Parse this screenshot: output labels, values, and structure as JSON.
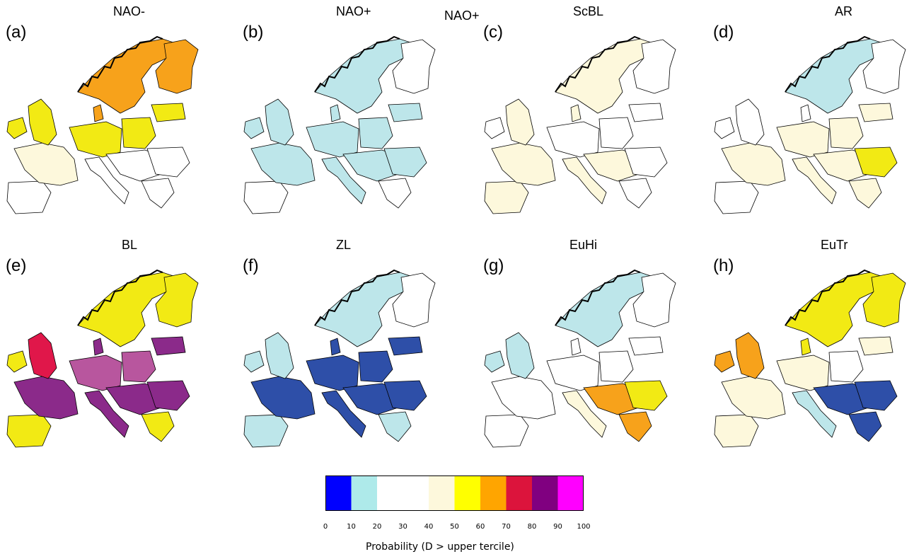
{
  "panels": [
    {
      "id": "a",
      "label": "(a)",
      "title": "NAO-",
      "fills": {
        "scand": "#f7a21b",
        "finland": "#f7a21b",
        "uk": "#f2ea14",
        "ireland": "#f2ea14",
        "denmark": "#f7a21b",
        "westeu": "#fdf8dc",
        "centraleu": "#f2ea14",
        "poland": "#f2ea14",
        "italy": "#ffffff",
        "iberia": "#ffffff",
        "balkans": "#ffffff",
        "romania": "#ffffff",
        "baltics": "#f2ea14",
        "greece": "#ffffff"
      }
    },
    {
      "id": "b",
      "label": "(b)",
      "title": "NAO+",
      "fills": {
        "scand": "#bde6ea",
        "finland": "#ffffff",
        "uk": "#bde6ea",
        "ireland": "#bde6ea",
        "denmark": "#bde6ea",
        "westeu": "#bde6ea",
        "centraleu": "#bde6ea",
        "poland": "#bde6ea",
        "italy": "#bde6ea",
        "iberia": "#ffffff",
        "balkans": "#bde6ea",
        "romania": "#bde6ea",
        "baltics": "#bde6ea",
        "greece": "#ffffff"
      }
    },
    {
      "id": "c",
      "label": "(c)",
      "title": "ScBL",
      "fills": {
        "scand": "#fdf8dc",
        "finland": "#ffffff",
        "uk": "#fdf8dc",
        "ireland": "#ffffff",
        "denmark": "#fdf8dc",
        "westeu": "#fdf8dc",
        "centraleu": "#ffffff",
        "poland": "#ffffff",
        "italy": "#fdf8dc",
        "iberia": "#fdf8dc",
        "balkans": "#fdf8dc",
        "romania": "#ffffff",
        "baltics": "#ffffff",
        "greece": "#ffffff"
      }
    },
    {
      "id": "d",
      "label": "(d)",
      "title": "AR",
      "fills": {
        "scand": "#bde6ea",
        "finland": "#ffffff",
        "uk": "#ffffff",
        "ireland": "#ffffff",
        "denmark": "#ffffff",
        "westeu": "#fdf8dc",
        "centraleu": "#fdf8dc",
        "poland": "#fdf8dc",
        "italy": "#fdf8dc",
        "iberia": "#ffffff",
        "balkans": "#fdf8dc",
        "romania": "#f2ea14",
        "baltics": "#fdf8dc",
        "greece": "#fdf8dc"
      }
    },
    {
      "id": "e",
      "label": "(e)",
      "title": "BL",
      "fills": {
        "scand": "#f2ea14",
        "finland": "#f2ea14",
        "uk": "#e0174a",
        "ireland": "#f2ea14",
        "denmark": "#8b2a8a",
        "westeu": "#8b2a8a",
        "centraleu": "#b8569e",
        "poland": "#b8569e",
        "italy": "#8b2a8a",
        "iberia": "#f2ea14",
        "balkans": "#8b2a8a",
        "romania": "#8b2a8a",
        "baltics": "#8b2a8a",
        "greece": "#f2ea14"
      }
    },
    {
      "id": "f",
      "label": "(f)",
      "title": "ZL",
      "fills": {
        "scand": "#bde6ea",
        "finland": "#ffffff",
        "uk": "#bde6ea",
        "ireland": "#bde6ea",
        "denmark": "#2e4fa8",
        "westeu": "#2e4fa8",
        "centraleu": "#2e4fa8",
        "poland": "#2e4fa8",
        "italy": "#2e4fa8",
        "iberia": "#bde6ea",
        "balkans": "#2e4fa8",
        "romania": "#2e4fa8",
        "baltics": "#2e4fa8",
        "greece": "#bde6ea"
      }
    },
    {
      "id": "g",
      "label": "(g)",
      "title": "EuHi",
      "fills": {
        "scand": "#bde6ea",
        "finland": "#ffffff",
        "uk": "#bde6ea",
        "ireland": "#bde6ea",
        "denmark": "#ffffff",
        "westeu": "#ffffff",
        "centraleu": "#ffffff",
        "poland": "#ffffff",
        "italy": "#fdf8dc",
        "iberia": "#ffffff",
        "balkans": "#f7a21b",
        "romania": "#f2ea14",
        "baltics": "#ffffff",
        "greece": "#f7a21b"
      }
    },
    {
      "id": "h",
      "label": "(h)",
      "title": "EuTr",
      "fills": {
        "scand": "#f2ea14",
        "finland": "#f2ea14",
        "uk": "#f7a21b",
        "ireland": "#f7a21b",
        "denmark": "#f2ea14",
        "westeu": "#fdf8dc",
        "centraleu": "#fdf8dc",
        "poland": "#ffffff",
        "italy": "#bde6ea",
        "iberia": "#fdf8dc",
        "balkans": "#2e4fa8",
        "romania": "#2e4fa8",
        "baltics": "#fdf8dc",
        "greece": "#2e4fa8"
      }
    }
  ],
  "extra_title": "NAO+",
  "colorbar": {
    "label": "Probability (D > upper tercile)",
    "ticks": [
      "0",
      "10",
      "20",
      "30",
      "40",
      "50",
      "60",
      "70",
      "80",
      "90",
      "100"
    ],
    "bins": [
      {
        "range": [
          0,
          10
        ],
        "color": "#0000ff"
      },
      {
        "range": [
          10,
          20
        ],
        "color": "#aeeaea"
      },
      {
        "range": [
          20,
          40
        ],
        "color": "#ffffff"
      },
      {
        "range": [
          40,
          50
        ],
        "color": "#fdf8dc"
      },
      {
        "range": [
          50,
          60
        ],
        "color": "#ffff00"
      },
      {
        "range": [
          60,
          70
        ],
        "color": "#ffa500"
      },
      {
        "range": [
          70,
          80
        ],
        "color": "#dc143c"
      },
      {
        "range": [
          80,
          90
        ],
        "color": "#800080"
      },
      {
        "range": [
          90,
          100
        ],
        "color": "#ff00ff"
      }
    ]
  }
}
